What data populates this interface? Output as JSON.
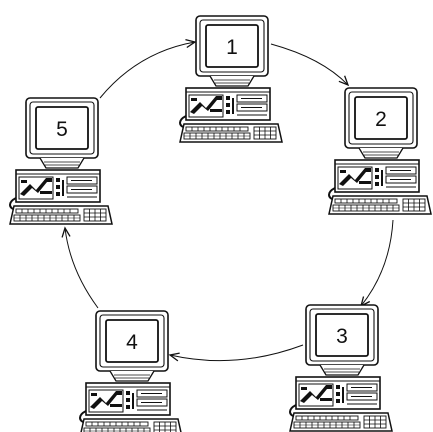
{
  "diagram": {
    "nodes": [
      {
        "id": "1",
        "label": "1"
      },
      {
        "id": "2",
        "label": "2"
      },
      {
        "id": "3",
        "label": "3"
      },
      {
        "id": "4",
        "label": "4"
      },
      {
        "id": "5",
        "label": "5"
      }
    ],
    "edges": [
      {
        "from": "5",
        "to": "1"
      },
      {
        "from": "1",
        "to": "2"
      },
      {
        "from": "2",
        "to": "3"
      },
      {
        "from": "3",
        "to": "4"
      },
      {
        "from": "4",
        "to": "5"
      }
    ],
    "line_color": "#111111",
    "background_color": "#ffffff"
  }
}
